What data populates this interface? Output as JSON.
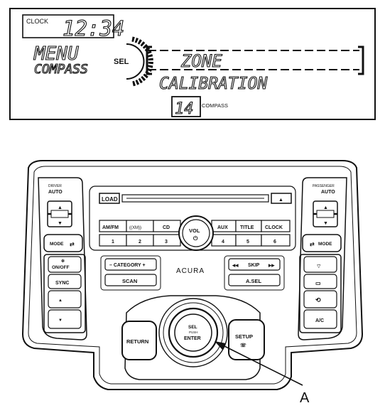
{
  "display": {
    "clock_label": "CLOCK",
    "clock_time": "12:34",
    "menu": "MENU",
    "compass": "COMPASS",
    "sel": "SEL",
    "zone": "ZONE",
    "calibration": "CALIBRATION",
    "zone_number": "14",
    "compass_small": "COMPASS"
  },
  "console": {
    "load": "LOAD",
    "eject": "▲",
    "driver_label": "DRIVER",
    "driver_auto": "AUTO",
    "passenger_label": "PASSENGER",
    "passenger_auto": "AUTO",
    "left_mode": "MODE",
    "right_mode": "MODE",
    "on_off": "ON/OFF",
    "sync": "SYNC",
    "fan_up": "▲",
    "fan_down": "▼",
    "ac": "A/C",
    "am_fm": "AM/FM",
    "xm": "((XM))",
    "cd": "CD",
    "aux": "AUX",
    "title": "TITLE",
    "clock": "CLOCK",
    "presets": [
      "1",
      "2",
      "3",
      "4",
      "5",
      "6"
    ],
    "vol": "VOL",
    "category": "– CATEGORY +",
    "scan": "SCAN",
    "brand": "ACURA",
    "skip": "SKIP",
    "skip_prev": "◀◀",
    "skip_next": "▶▶",
    "asel": "A.SEL",
    "return": "RETURN",
    "sel_line1": "SEL",
    "sel_line2": "PUSH",
    "sel_line3": "ENTER",
    "setup": "SETUP",
    "callout": "A"
  }
}
